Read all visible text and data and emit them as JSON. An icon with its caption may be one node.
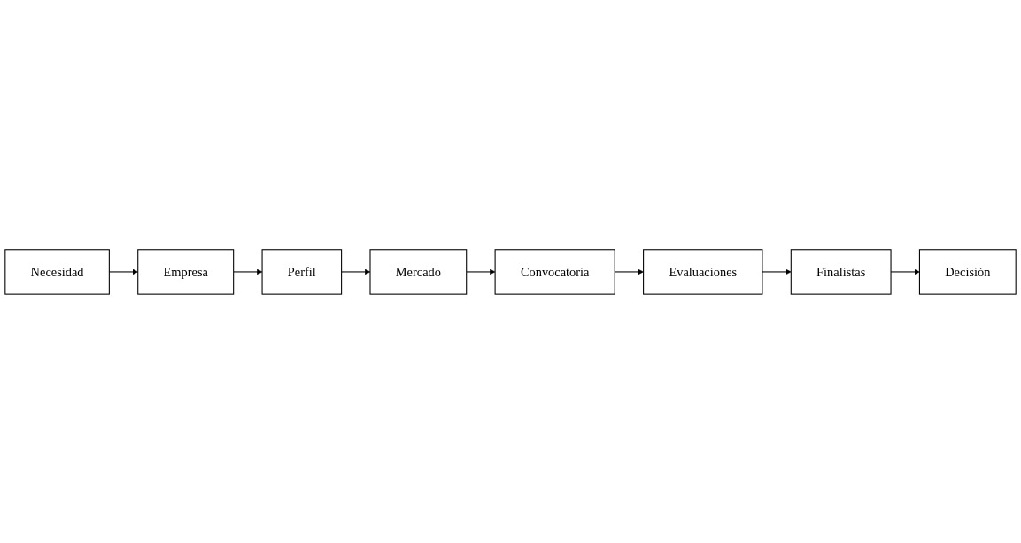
{
  "diagram": {
    "nodes": [
      {
        "text": [
          "Necesidad"
        ]
      },
      {
        "text": [
          "Empresa"
        ]
      },
      {
        "text": [
          "Perfil"
        ]
      },
      {
        "text": [
          "Mercado"
        ]
      },
      {
        "text": [
          "Convocatoria"
        ]
      },
      {
        "text": [
          "Evaluaciones"
        ]
      },
      {
        "text": [
          "Finalistas"
        ]
      },
      {
        "text": [
          "Decisión"
        ]
      }
    ],
    "edges": [
      {
        "from": 0,
        "to": 1,
        "arrow": "to"
      },
      {
        "from": 1,
        "to": 2,
        "arrow": "to"
      },
      {
        "from": 2,
        "to": 3,
        "arrow": "to"
      },
      {
        "from": 3,
        "to": 4,
        "arrow": "to"
      },
      {
        "from": 4,
        "to": 5,
        "arrow": "to"
      },
      {
        "from": 5,
        "to": 6,
        "arrow": "to"
      },
      {
        "from": 6,
        "to": 7,
        "arrow": "to"
      }
    ]
  }
}
